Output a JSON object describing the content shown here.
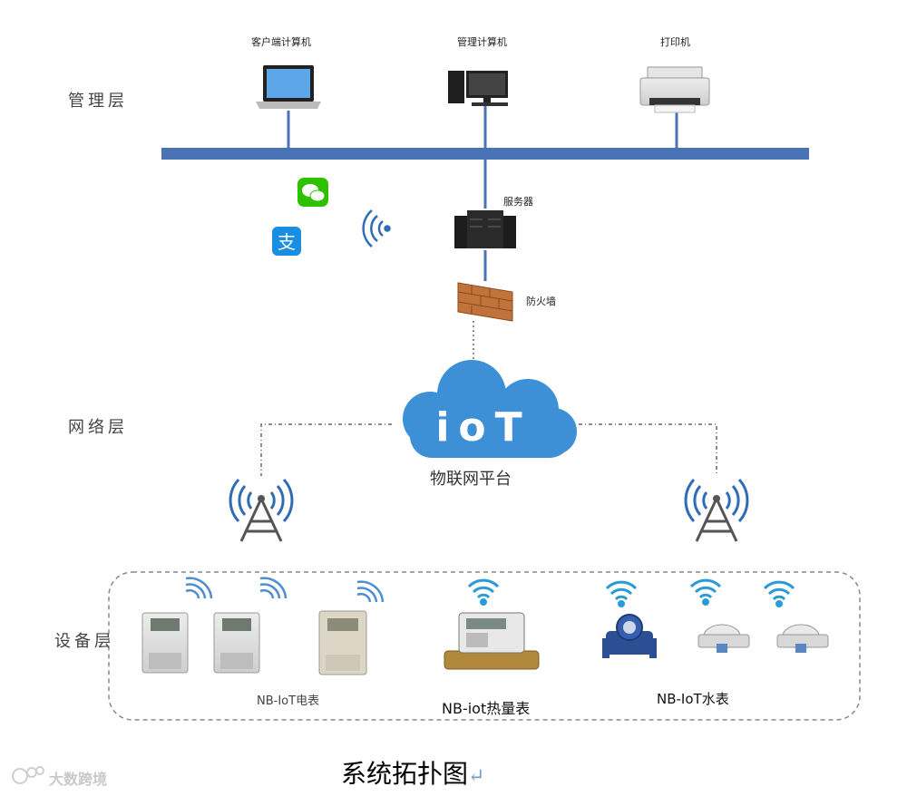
{
  "layers": {
    "management": "管理层",
    "network": "网络层",
    "device": "设备层"
  },
  "computers": {
    "client": "客户端计算机",
    "admin": "管理计算机",
    "printer": "打印机"
  },
  "server": "服务器",
  "firewall": "防火墙",
  "cloud": {
    "text": "ioT",
    "platform": "物联网平台"
  },
  "devices": {
    "electric_meter": "NB-IoT电表",
    "heat_meter": "NB-iot热量表",
    "water_meter": "NB-IoT水表"
  },
  "caption": "系统拓扑图",
  "caption_mark": "↵",
  "watermark": "大数跨境",
  "colors": {
    "bus": "#4a73b5",
    "cloud": "#3d8fd6",
    "tower": "#555555",
    "wave": "#2f6cb5",
    "wechat": "#2dc100",
    "alipay": "#1a8ee0",
    "firewall": "#c0733a"
  },
  "icons": {
    "wechat": "wechat-icon",
    "alipay": "alipay-icon"
  }
}
